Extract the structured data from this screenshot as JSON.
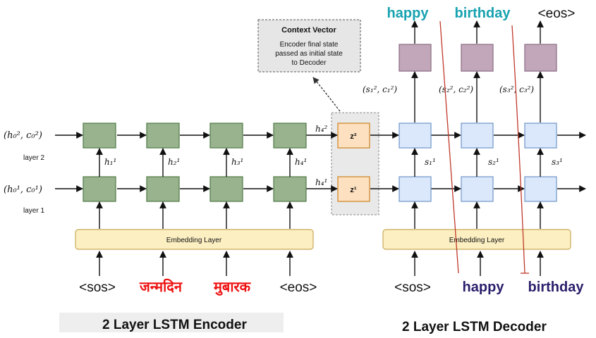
{
  "colors": {
    "encoder_cell_fill": "#98b38e",
    "encoder_cell_stroke": "#4f7a45",
    "decoder_cell_fill": "#dbe8fb",
    "decoder_cell_stroke": "#6f95c8",
    "output_cell_fill": "#c2a7ba",
    "output_cell_stroke": "#8a6a82",
    "embedding_fill": "#fcefc2",
    "embedding_stroke": "#c9a95a",
    "context_fill": "#fde0c0",
    "context_stroke": "#d08a2e",
    "hindi_word": "#ee1111",
    "decoder_input_word": "#2a1f6b",
    "decoder_output_word": "#17a2b0",
    "annotation_line": "#c0392b"
  },
  "context_vector": {
    "title": "Context Vector",
    "description_lines": [
      "Encoder final state",
      "passed as initial state",
      "to Decoder"
    ]
  },
  "encoder": {
    "caption": "2 Layer LSTM Encoder",
    "embedding_label": "Embedding Layer",
    "layer2_label": "layer 2",
    "layer1_label": "layer 1",
    "initial_state_layer2": "(h₀², c₀²)",
    "initial_state_layer1": "(h₀¹, c₀¹)",
    "inputs": [
      "<sos>",
      "जन्मदिन",
      "मुबारक",
      "<eos>"
    ],
    "hidden_labels": [
      "h₁¹",
      "h₂¹",
      "h₃¹",
      "h₄¹"
    ],
    "final_hidden_layer2": "h₄²",
    "final_hidden_layer1": "h₄¹"
  },
  "context": {
    "z2": "z²",
    "z1": "z¹"
  },
  "decoder": {
    "caption": "2 Layer LSTM Decoder",
    "embedding_label": "Embedding Layer",
    "inputs": [
      "<sos>",
      "happy",
      "birthday"
    ],
    "outputs": [
      "happy",
      "birthday",
      "<eos>"
    ],
    "state_labels": [
      "(s₁², c₁²)",
      "(s₂², c₂²)",
      "(s₃², c₃²)"
    ],
    "hidden_labels": [
      "s₁¹",
      "s₂¹",
      "s₃¹"
    ]
  }
}
